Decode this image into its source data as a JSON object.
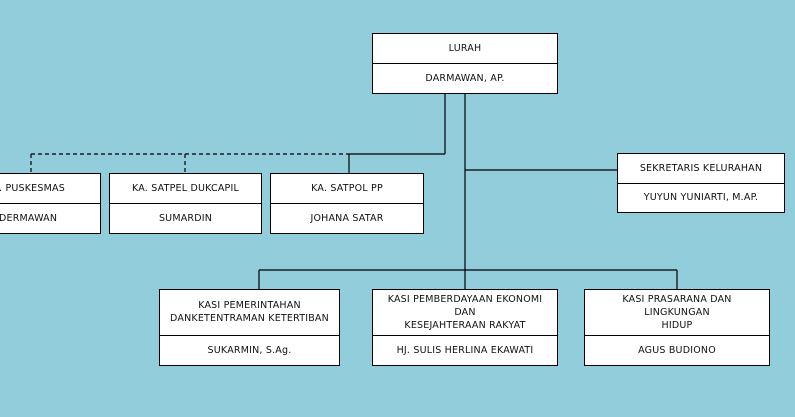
{
  "colors": {
    "background": "#92CDDC",
    "box_fill": "#FFFFFF",
    "line": "#000000"
  },
  "org_chart": {
    "lurah": {
      "title": "LURAH",
      "name": "DARMAWAN,  AP."
    },
    "sekretaris": {
      "title": "SEKRETARIS  KELURAHAN",
      "name": "YUYUN  YUNIARTI,  M.AP."
    },
    "puskesmas": {
      "title": ". PUSKESMAS",
      "name": "DERMAWAN"
    },
    "satpel_dukcapil": {
      "title": "KA. SATPEL DUKCAPIL",
      "name": "SUMARDIN"
    },
    "satpol_pp": {
      "title": "KA. SATPOL PP",
      "name": "JOHANA SATAR"
    },
    "kasi_pemerintahan": {
      "title": "KASI PEMERINTAHAN\nDANKETENTRAMAN  KETERTIBAN",
      "name": "SUKARMIN,  S.Ag."
    },
    "kasi_pemberdayaan": {
      "title": "KASI PEMBERDAYAAN  EKONOMI  DAN\nKESEJAHTERAAN  RAKYAT",
      "name": "HJ. SULIS HERLINA EKAWATI"
    },
    "kasi_prasarana": {
      "title": "KASI PRASARANA  DAN LINGKUNGAN\nHIDUP",
      "name": "AGUS BUDIONO"
    }
  }
}
